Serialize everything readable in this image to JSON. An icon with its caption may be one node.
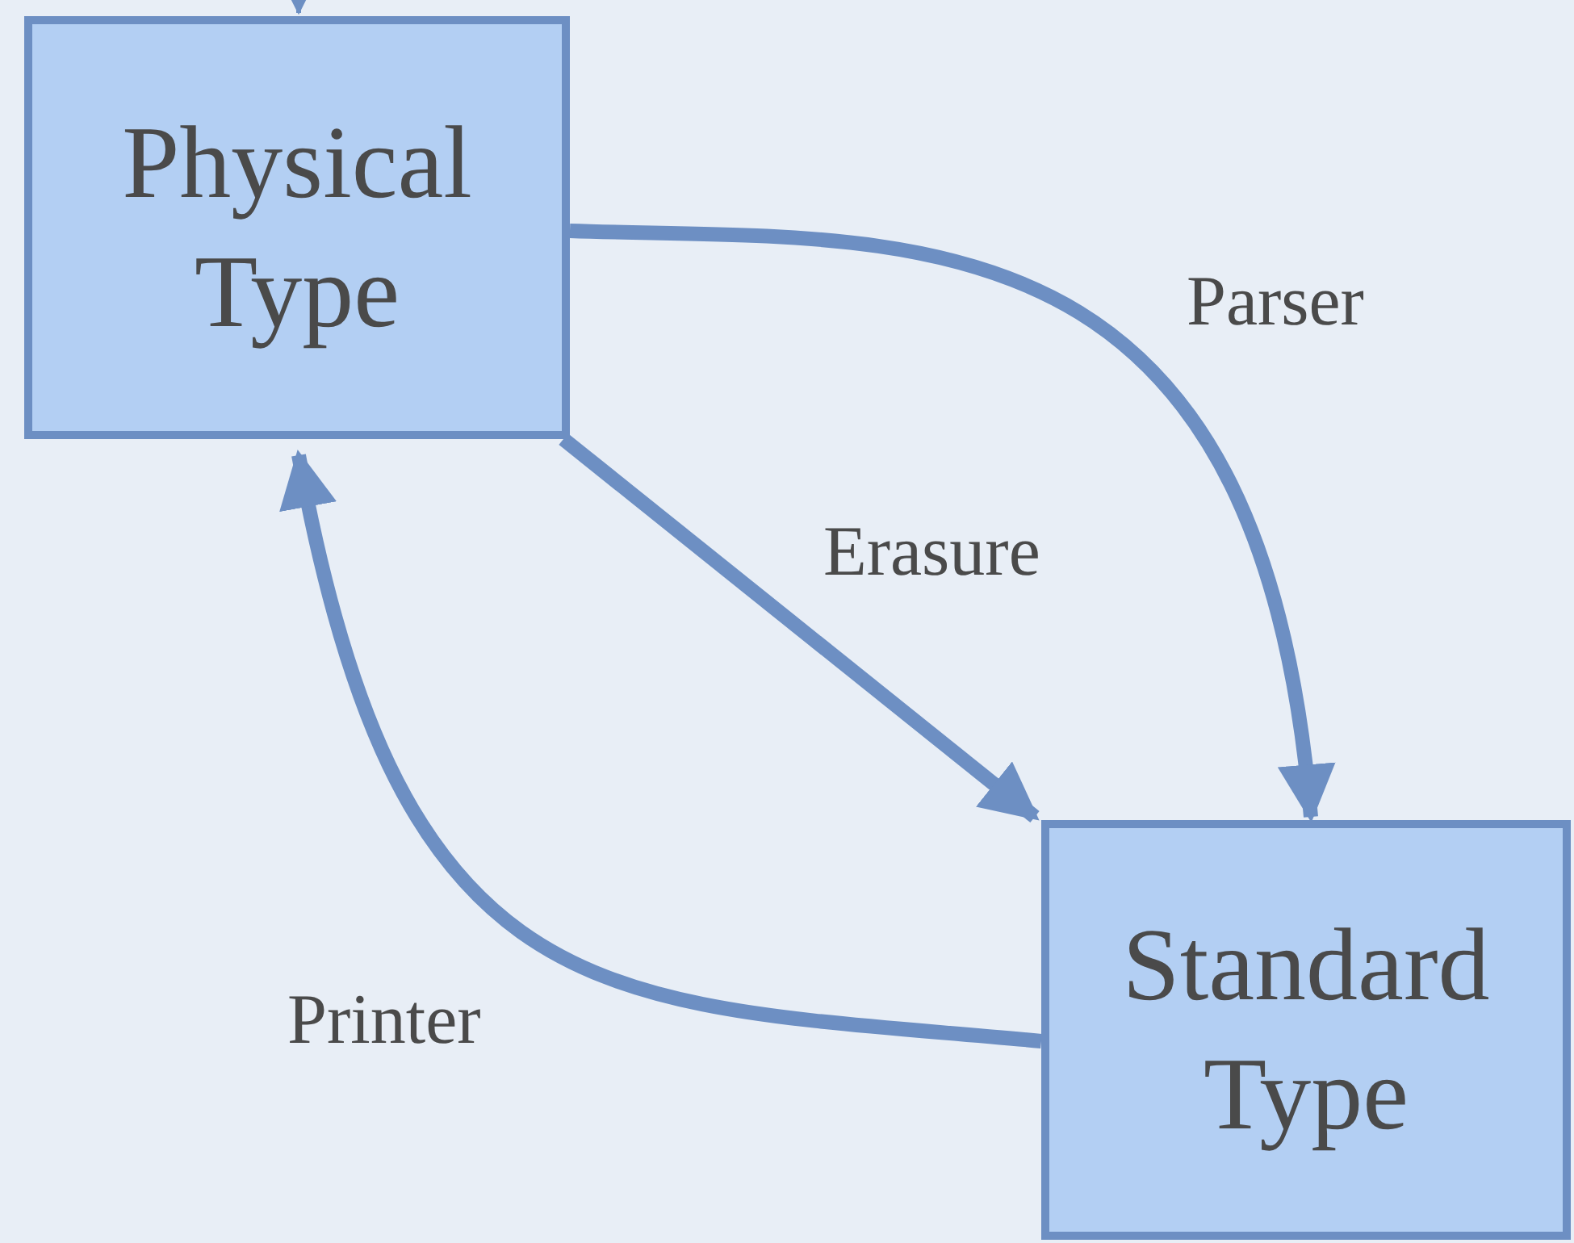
{
  "diagram": {
    "nodes": [
      {
        "text": [
          "Physical Type"
        ]
      },
      {
        "text": [
          "Standard Type"
        ]
      }
    ],
    "edges": [
      {
        "from": 0,
        "to": 1,
        "arrow": "to",
        "label": "Parser"
      },
      {
        "from": 0,
        "to": 1,
        "arrow": "to",
        "label": "Erasure"
      },
      {
        "from": 1,
        "to": 0,
        "arrow": "to",
        "label": "Printer"
      },
      {
        "from": null,
        "to": 0,
        "arrow": "to"
      }
    ]
  }
}
